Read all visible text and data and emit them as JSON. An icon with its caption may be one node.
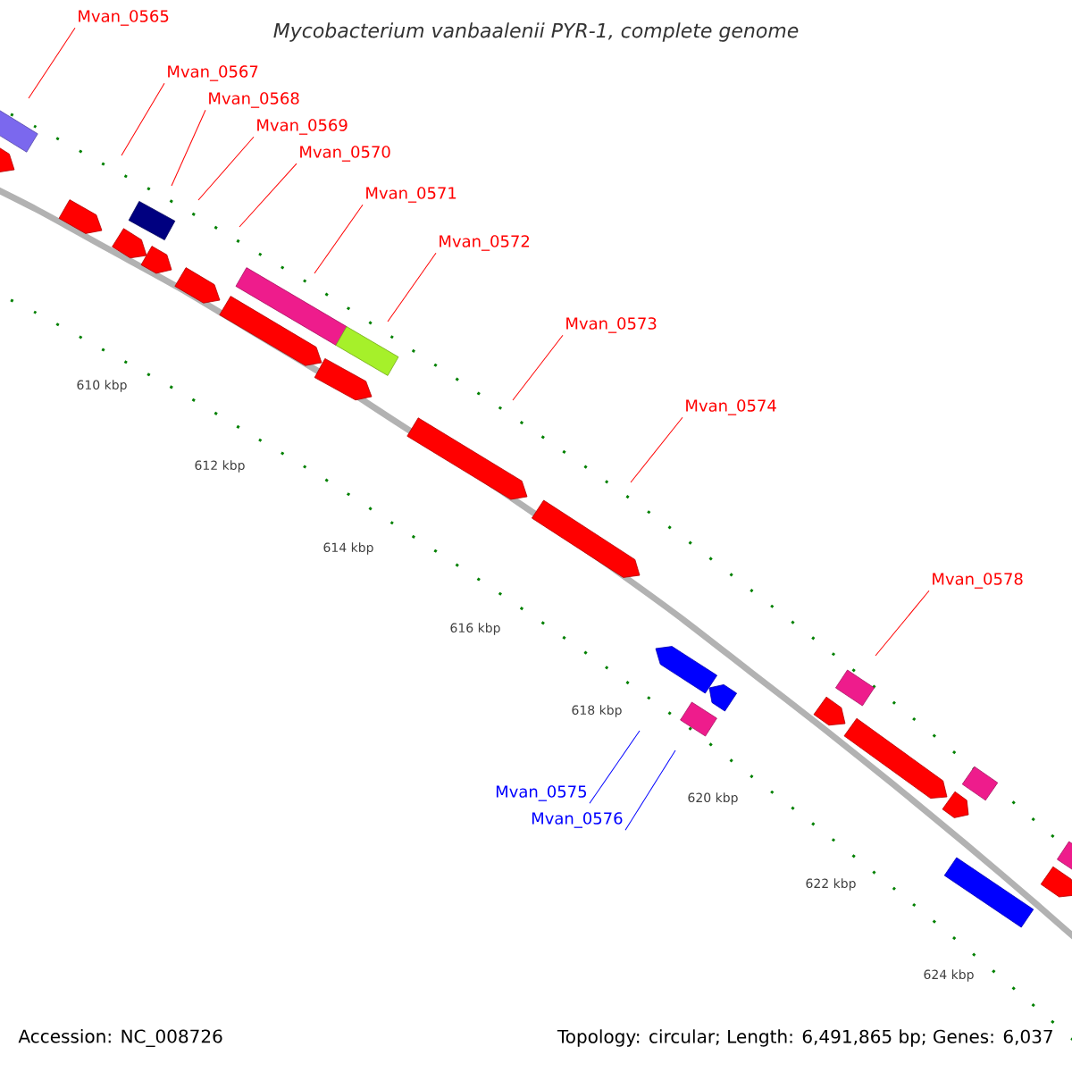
{
  "diagram": {
    "title": "Mycobacterium vanbaalenii PYR-1, complete genome",
    "nodes": [
      {
        "text": [
          "Mvan_0565"
        ]
      },
      {
        "text": [
          "Mvan_0567"
        ]
      },
      {
        "text": [
          "Mvan_0568"
        ]
      },
      {
        "text": [
          "Mvan_0569"
        ]
      },
      {
        "text": [
          "Mvan_0570"
        ]
      },
      {
        "text": [
          "Mvan_0571"
        ]
      },
      {
        "text": [
          "Mvan_0572"
        ]
      },
      {
        "text": [
          "Mvan_0573"
        ]
      },
      {
        "text": [
          "Mvan_0574"
        ]
      },
      {
        "text": [
          "Mvan_0578"
        ]
      },
      {
        "text": [
          "Mvan_0575"
        ]
      },
      {
        "text": [
          "Mvan_0576"
        ]
      }
    ],
    "edges": [
      {
        "from": 0,
        "to": null,
        "arrow": "none"
      },
      {
        "from": 1,
        "to": null,
        "arrow": "none"
      },
      {
        "from": 2,
        "to": null,
        "arrow": "none"
      },
      {
        "from": 3,
        "to": null,
        "arrow": "none"
      },
      {
        "from": 4,
        "to": null,
        "arrow": "none"
      },
      {
        "from": 5,
        "to": null,
        "arrow": "none"
      },
      {
        "from": 6,
        "to": null,
        "arrow": "none"
      },
      {
        "from": 7,
        "to": null,
        "arrow": "none"
      },
      {
        "from": 8,
        "to": null,
        "arrow": "none"
      },
      {
        "from": 9,
        "to": null,
        "arrow": "none"
      },
      {
        "from": 10,
        "to": null,
        "arrow": "none",
        "color": "#0000ff"
      },
      {
        "from": 11,
        "to": null,
        "arrow": "none",
        "color": "#0000ff"
      }
    ],
    "labels": [
      "610 kbp",
      "612 kbp",
      "614 kbp",
      "616 kbp",
      "618 kbp",
      "620 kbp",
      "622 kbp",
      "624 kbp",
      "Accession: NC_008726",
      "Topology: circular; Length: 6,491,865 bp; Genes: 6,037"
    ]
  }
}
